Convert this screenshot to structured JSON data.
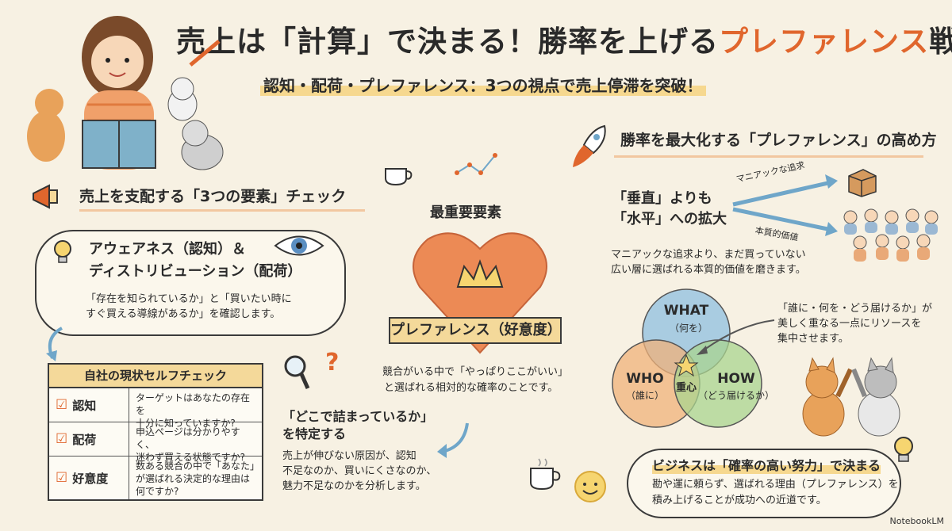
{
  "header": {
    "title_part1": "売上は「計算」で決まる！勝率を上げる",
    "title_accent": "プレファレンス",
    "title_part2": "戦略",
    "subtitle": "認知・配荷・プレファレンス：3つの視点で売上停滞を突破！"
  },
  "left": {
    "section_title": "売上を支配する「3つの要素」チェック",
    "bubble_title_1": "アウェアネス（認知）＆",
    "bubble_title_2": "ディストリビューション（配荷）",
    "bubble_text_1": "「存在を知られているか」と「買いたい時に",
    "bubble_text_2": "すぐ買える導線があるか」を確認します。",
    "table_title": "自社の現状セルフチェック",
    "rows": [
      {
        "label": "認知",
        "q1": "ターゲットはあなたの存在を",
        "q2": "十分に知っていますか?",
        "q3": ""
      },
      {
        "label": "配荷",
        "q1": "申込ページは分かりやすく、",
        "q2": "迷わず買える状態ですか?",
        "q3": ""
      },
      {
        "label": "好意度",
        "q1": "数ある競合の中で「あなた」",
        "q2": "が選ばれる決定的な理由は",
        "q3": "何ですか?"
      }
    ]
  },
  "center": {
    "heart_top_label": "最重要要素",
    "ribbon_label": "プレファレンス（好意度）",
    "desc_1": "競合がいる中で「やっぱりここがいい」",
    "desc_2": "と選ばれる相対的な確率のことです。",
    "find_title_1": "「どこで詰まっているか」",
    "find_title_2": "を特定する",
    "find_text_1": "売上が伸びない原因が、認知",
    "find_text_2": "不足なのか、買いにくさなのか、",
    "find_text_3": "魅力不足なのかを分析します。"
  },
  "right": {
    "section_title": "勝率を最大化する「プレファレンス」の高め方",
    "vertical_1": "「垂直」よりも",
    "vertical_2": "「水平」への拡大",
    "arrow_up_label": "マニアックな追求",
    "arrow_down_label": "本質的価値",
    "expand_text_1": "マニアックな追求より、まだ買っていない",
    "expand_text_2": "広い層に選ばれる本質的価値を磨きます。",
    "venn": {
      "what": "WHAT",
      "what_sub": "（何を）",
      "who": "WHO",
      "who_sub": "（誰に）",
      "how": "HOW",
      "how_sub": "（どう届けるか）",
      "center": "重心"
    },
    "venn_note_1": "「誰に・何を・どう届けるか」が",
    "venn_note_2": "美しく重なる一点にリソースを",
    "venn_note_3": "集中させます。",
    "bottom_title": "ビジネスは「確率の高い努力」で決まる",
    "bottom_text_1": "勘や運に頼らず、選ばれる理由（プレファレンス）を",
    "bottom_text_2": "積み上げることが成功への近道です。"
  },
  "footer": {
    "brand": "NotebookLM"
  },
  "colors": {
    "accent": "#e0662d",
    "highlight": "#f4d99a",
    "venn_what": "#8fbfe0",
    "venn_who": "#f0b27a",
    "venn_how": "#a9d48f"
  }
}
